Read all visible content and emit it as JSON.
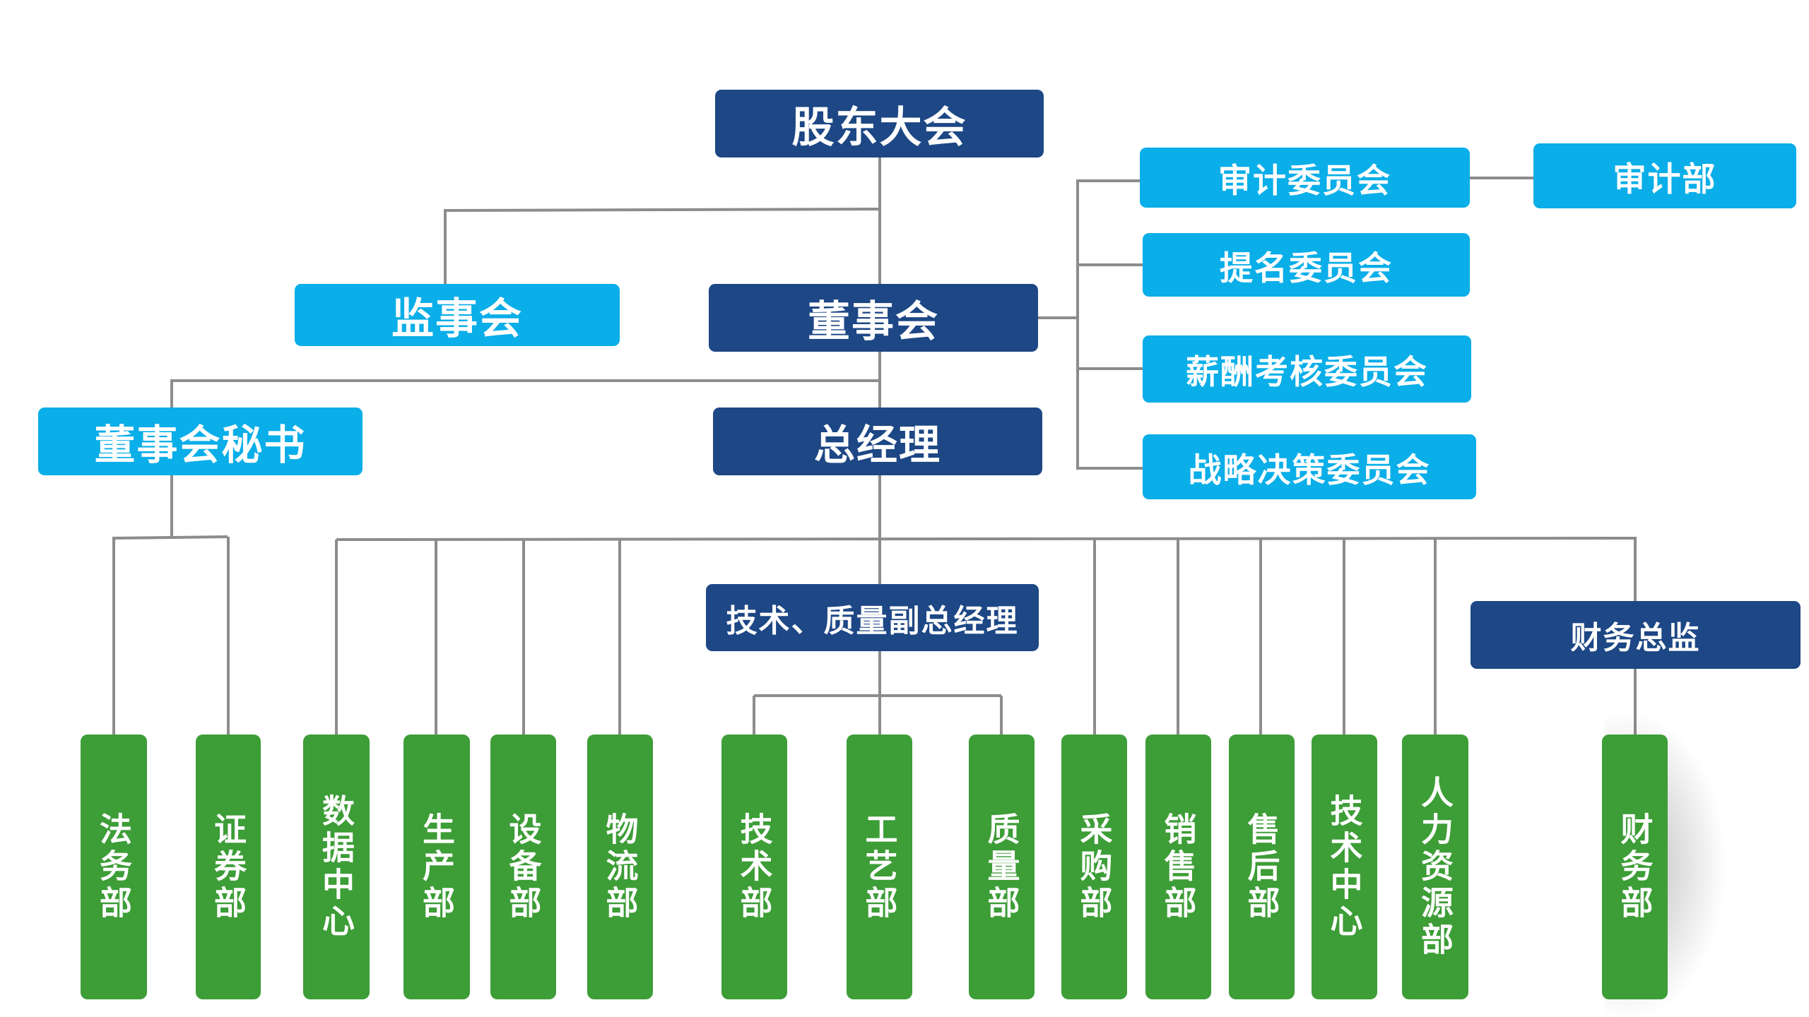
{
  "colors": {
    "dark": "#1d4785",
    "light": "#0aaee8",
    "green": "#3d9d37",
    "line": "#8c8c8c"
  },
  "nodes": {
    "shareholders": "股东大会",
    "board": "董事会",
    "supervisory": "监事会",
    "secretary": "董事会秘书",
    "gm": "总经理",
    "audit_committee": "审计委员会",
    "audit_dept": "审计部",
    "nomination": "提名委员会",
    "compensation": "薪酬考核委员会",
    "strategy": "战略决策委员会",
    "vp_tech": "技术、质量副总经理",
    "cfo": "财务总监"
  },
  "departments": [
    "法务部",
    "证券部",
    "数据中心",
    "生产部",
    "设备部",
    "物流部",
    "技术部",
    "工艺部",
    "质量部",
    "采购部",
    "销售部",
    "售后部",
    "技术中心",
    "人力资源部",
    "财务部"
  ]
}
